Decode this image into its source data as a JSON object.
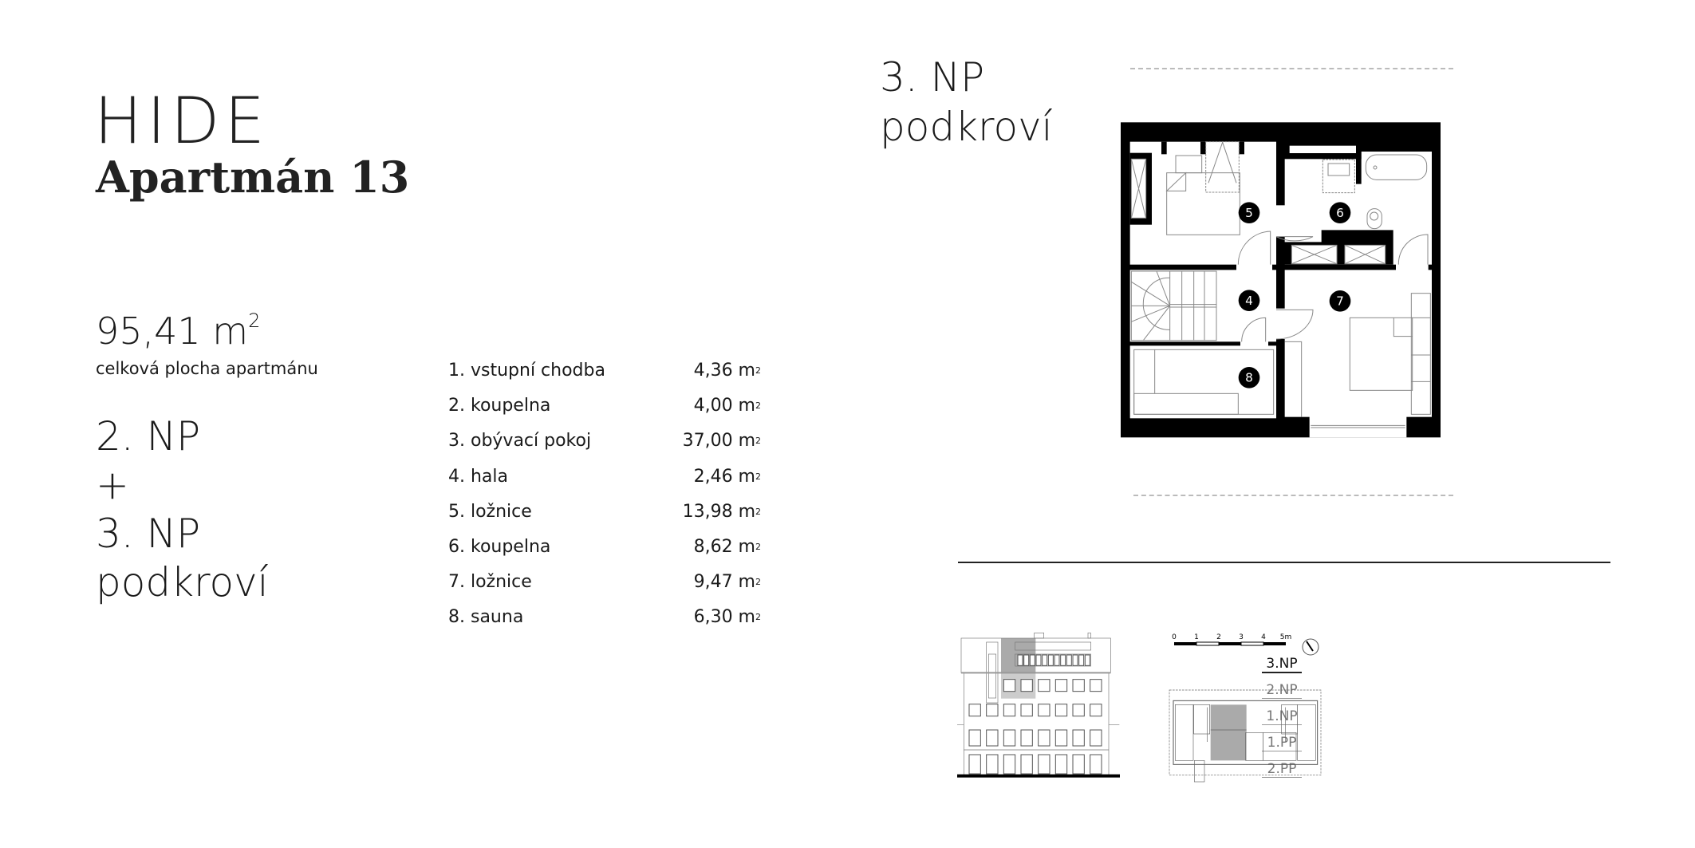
{
  "header": {
    "brand": "HIDE",
    "apartment": "Apartmán 13"
  },
  "summary": {
    "area_value": "95,41 m",
    "area_sup": "2",
    "area_label": "celková plocha apartmánu"
  },
  "floors": {
    "line1": "2. NP",
    "plus": "+",
    "line2": "3. NP",
    "line3": "podkroví"
  },
  "rooms": [
    {
      "name": "1. vstupní chodba",
      "area": "4,36 m"
    },
    {
      "name": "2. koupelna",
      "area": "4,00 m"
    },
    {
      "name": "3. obývací pokoj",
      "area": "37,00 m"
    },
    {
      "name": "4. hala",
      "area": "2,46 m"
    },
    {
      "name": "5. ložnice",
      "area": "13,98 m"
    },
    {
      "name": "6. koupelna",
      "area": "8,62 m"
    },
    {
      "name": "7. ložnice",
      "area": "9,47 m"
    },
    {
      "name": "8. sauna",
      "area": "6,30 m"
    }
  ],
  "unit_sup": "2",
  "plan": {
    "title1": "3. NP",
    "title2": "podkroví",
    "labels": [
      "5",
      "6",
      "4",
      "7",
      "8"
    ]
  },
  "levels": [
    "3.NP",
    "2.NP",
    "1.NP",
    "1.PP",
    "2.PP"
  ],
  "active_level": "3.NP",
  "scale": {
    "ticks": [
      "0",
      "1",
      "2",
      "3",
      "4",
      "5m"
    ]
  },
  "colors": {
    "highlight": "#b5b5b5",
    "ink": "#000000"
  }
}
